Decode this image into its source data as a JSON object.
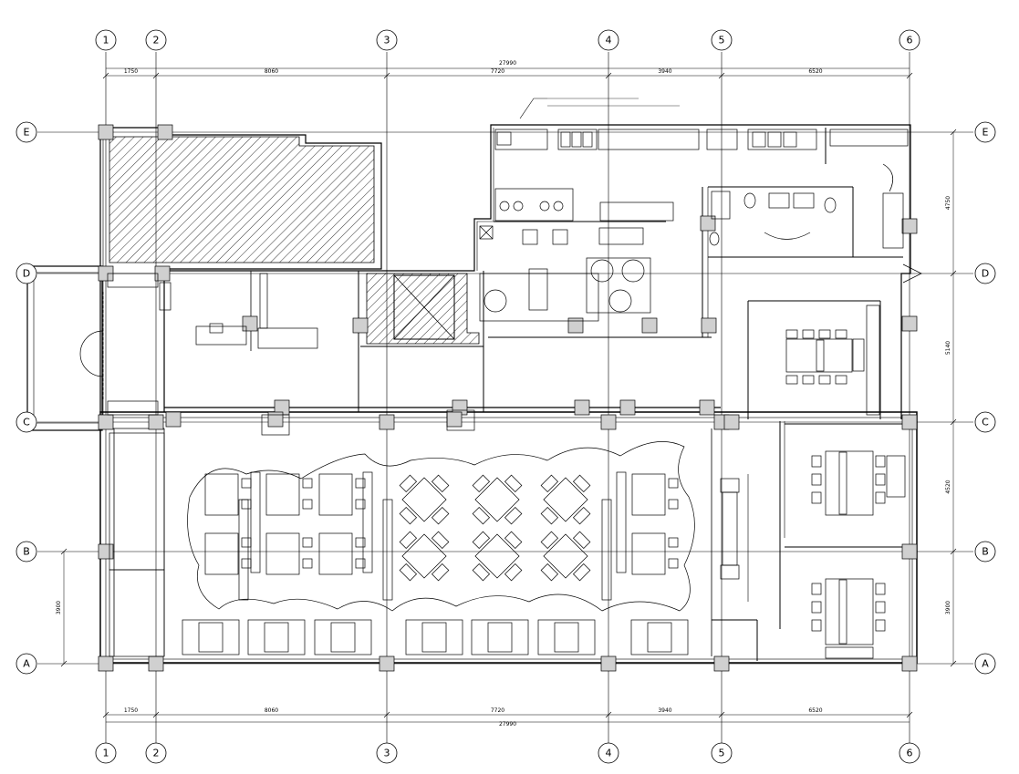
{
  "drawing": {
    "columns": [
      {
        "id": "1",
        "label": "1"
      },
      {
        "id": "2",
        "label": "2"
      },
      {
        "id": "3",
        "label": "3"
      },
      {
        "id": "4",
        "label": "4"
      },
      {
        "id": "5",
        "label": "5"
      },
      {
        "id": "6",
        "label": "6"
      }
    ],
    "rows": [
      {
        "id": "E",
        "label": "E"
      },
      {
        "id": "D",
        "label": "D"
      },
      {
        "id": "C",
        "label": "C"
      },
      {
        "id": "B",
        "label": "B"
      },
      {
        "id": "A",
        "label": "A"
      }
    ],
    "top_dims": {
      "total": "27990",
      "segments": [
        "1750",
        "8060",
        "7720",
        "3940",
        "6520"
      ]
    },
    "bottom_dims": {
      "total": "27990",
      "segments": [
        "1750",
        "8060",
        "7720",
        "3940",
        "6520"
      ]
    },
    "right_dims": {
      "segments": [
        "4750",
        "5140",
        "4520",
        "3900"
      ]
    },
    "left_dims": {
      "segments": [
        "3900"
      ]
    }
  }
}
